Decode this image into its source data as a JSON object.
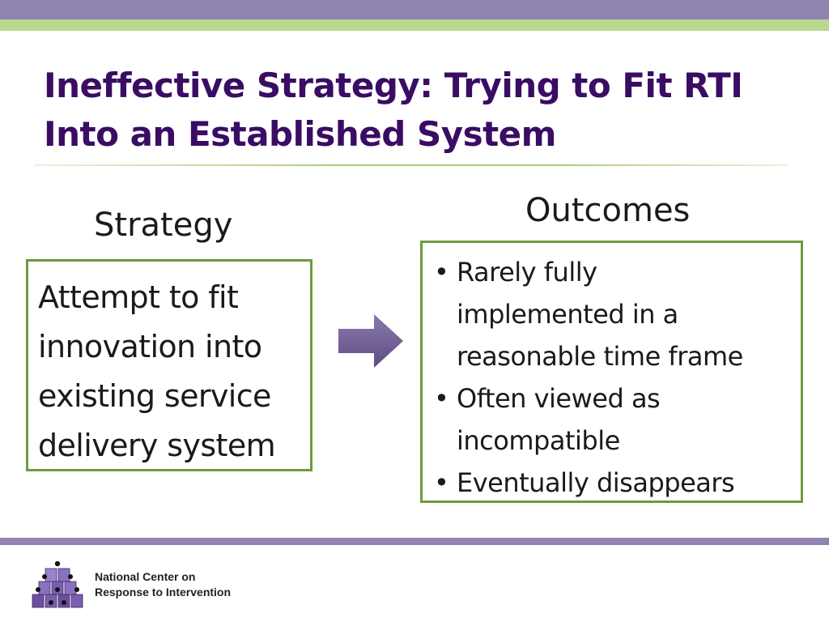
{
  "slide": {
    "title_line1": "Ineffective Strategy: Trying to Fit RTI",
    "title_line2": "Into an Established System",
    "strategy_heading": "Strategy",
    "outcomes_heading": "Outcomes",
    "strategy_lines": [
      "Attempt to fit",
      "innovation into",
      "existing service",
      "delivery system"
    ],
    "outcomes": [
      {
        "lines": [
          "Rarely fully",
          "implemented in a",
          "reasonable time frame"
        ]
      },
      {
        "lines": [
          "Often viewed as",
          "incompatible"
        ]
      },
      {
        "lines": [
          "Eventually disappears"
        ]
      }
    ],
    "bullet_char": "•"
  },
  "footer": {
    "org_line1": "National Center on",
    "org_line2": "Response to Intervention",
    "logo_icon": "stacked-cubes-logo"
  },
  "colors": {
    "title": "#3a0c63",
    "top_band": "#9183b0",
    "accent_green": "#b9d78f",
    "box_border": "#6e9a3e",
    "arrow": "#6b5a8e"
  }
}
